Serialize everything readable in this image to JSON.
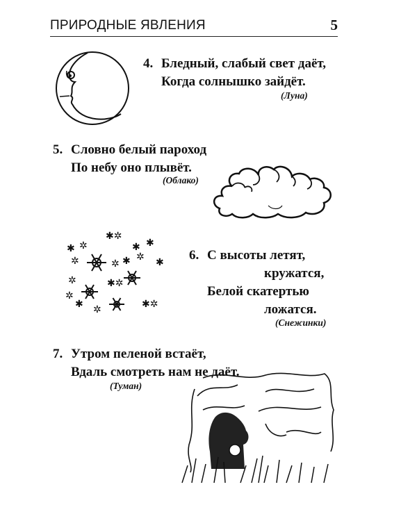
{
  "header": {
    "title": "ПРИРОДНЫЕ ЯВЛЕНИЯ",
    "page_number": "5"
  },
  "riddles": [
    {
      "number": "4.",
      "lines": [
        "Бледный, слабый свет даёт,",
        "Когда солнышко зайдёт."
      ],
      "answer": "(Луна)",
      "illustration": "moon-icon"
    },
    {
      "number": "5.",
      "lines": [
        "Словно белый пароход",
        "По небу оно плывёт."
      ],
      "answer": "(Облако)",
      "illustration": "cloud-icon"
    },
    {
      "number": "6.",
      "lines": [
        "С высоты летят,",
        "кружатся,",
        "Белой скатертью",
        "ложатся."
      ],
      "answer": "(Снежинки)",
      "illustration": "snowflakes-icon"
    },
    {
      "number": "7.",
      "lines": [
        "Утром пеленой встаёт,",
        "Вдаль смотреть нам не даёт."
      ],
      "answer": "(Туман)",
      "illustration": "hedgehog-in-fog-icon"
    }
  ]
}
